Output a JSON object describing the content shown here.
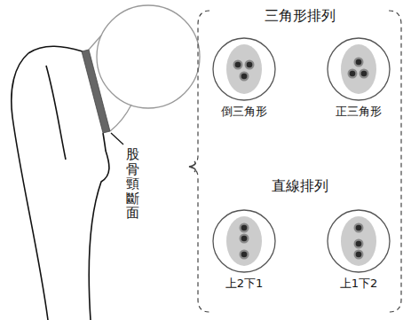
{
  "diagram": {
    "nodes": [
      {
        "text": [
          "倒三角形"
        ]
      },
      {
        "text": [
          "正三角形"
        ]
      },
      {
        "text": [
          "上2下1"
        ]
      },
      {
        "text": [
          "上1下2"
        ]
      }
    ],
    "labels": [
      "三角形排列",
      "直線排列",
      "股骨頸斷面"
    ]
  }
}
